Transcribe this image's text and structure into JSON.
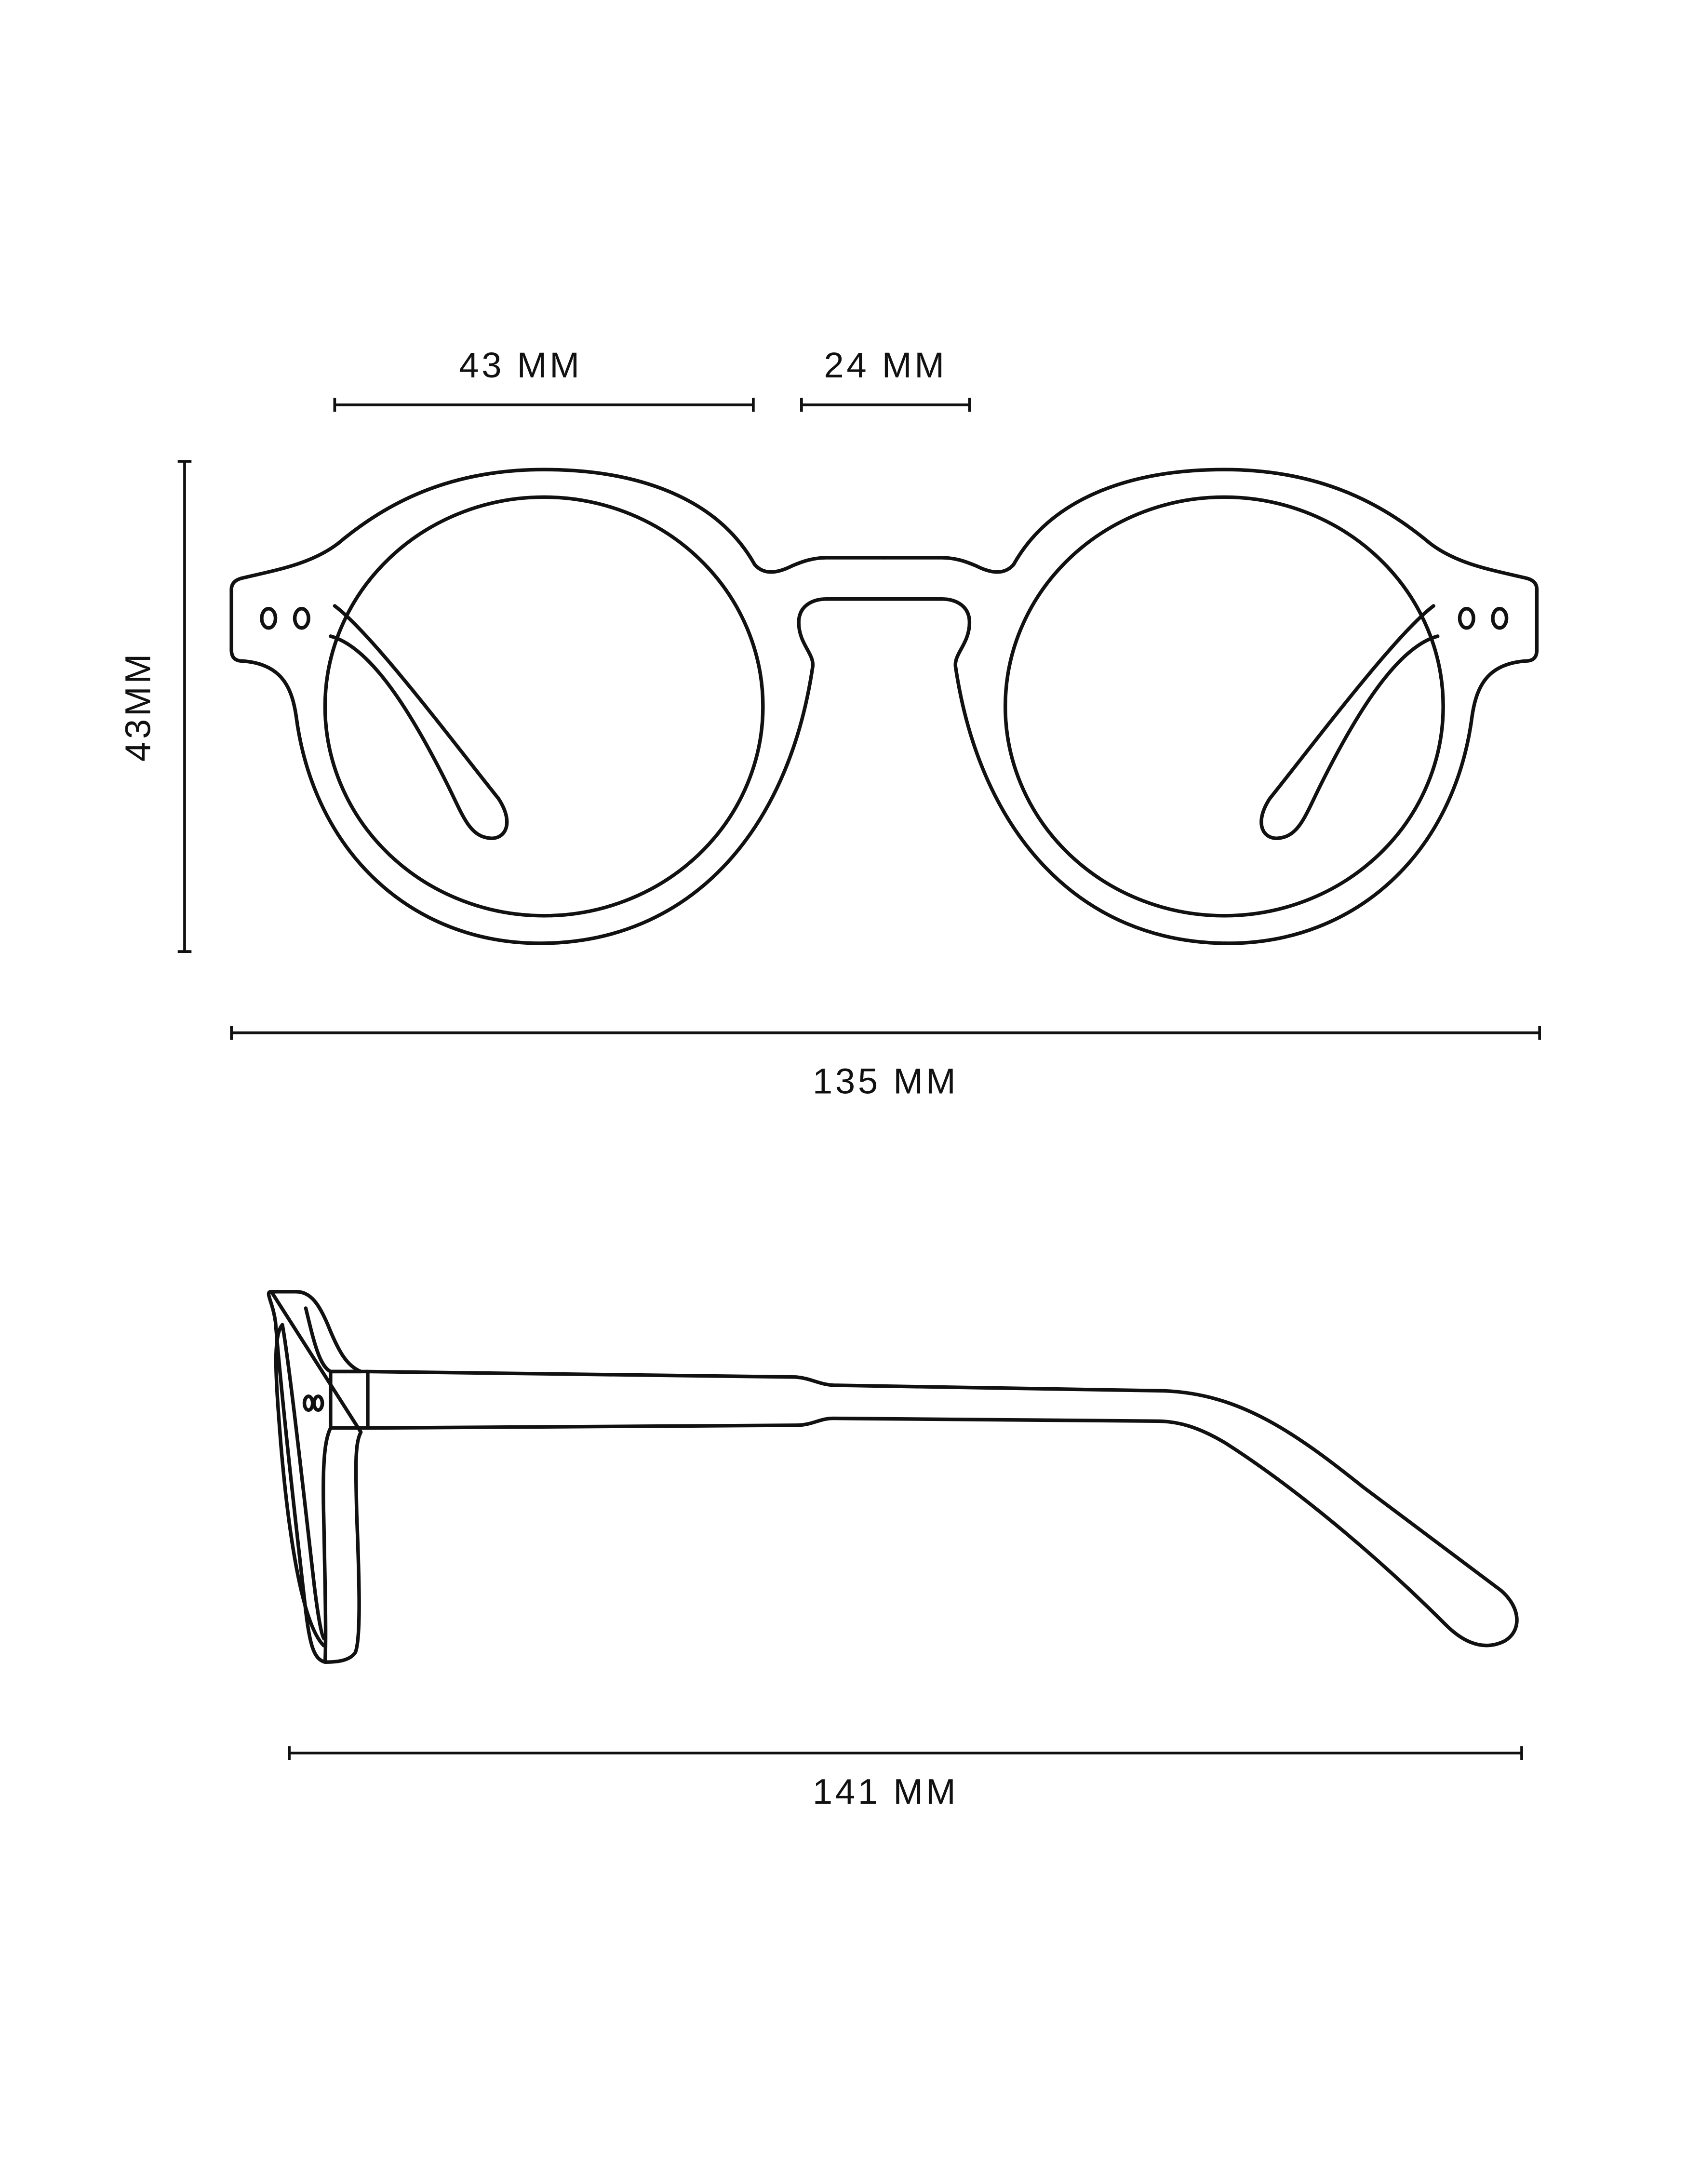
{
  "front_view": {
    "lens_width_label": "43 MM",
    "bridge_width_label": "24 MM",
    "lens_height_label": "43MM",
    "total_width_label": "135 MM"
  },
  "side_view": {
    "temple_length_label": "141 MM"
  },
  "colors": {
    "line": "#111111",
    "background": "#ffffff"
  }
}
